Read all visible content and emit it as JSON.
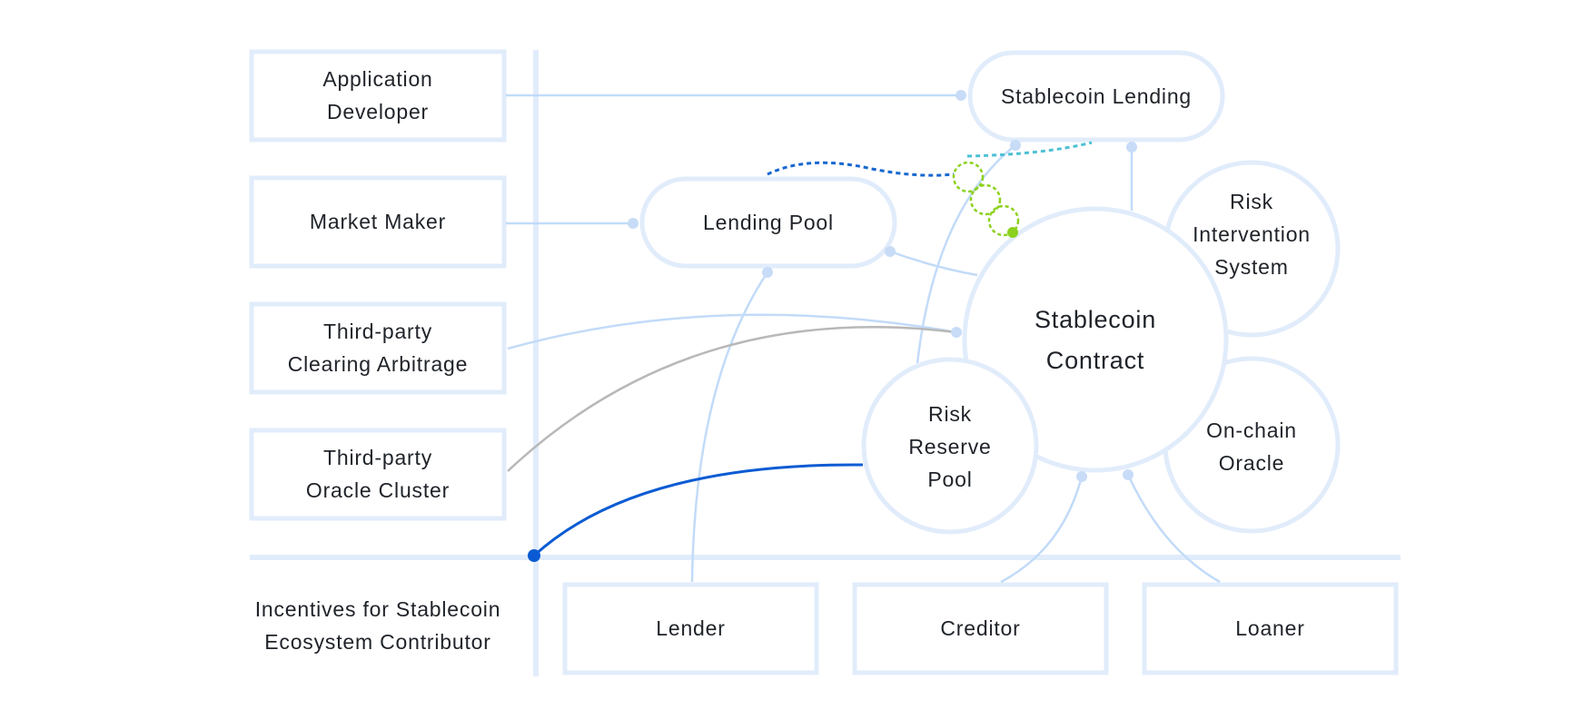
{
  "left_boxes": [
    {
      "id": "app_dev",
      "label": "Application\nDeveloper"
    },
    {
      "id": "market_maker",
      "label": "Market Maker"
    },
    {
      "id": "clearing",
      "label": "Third-party\nClearing Arbitrage"
    },
    {
      "id": "oracle_cluster",
      "label": "Third-party\nOracle Cluster"
    }
  ],
  "bottom_boxes": [
    {
      "id": "lender",
      "label": "Lender"
    },
    {
      "id": "creditor",
      "label": "Creditor"
    },
    {
      "id": "loaner",
      "label": "Loaner"
    }
  ],
  "incentives_label": "Incentives for Stablecoin\nEcosystem Contributor",
  "pills": [
    {
      "id": "stablecoin_lending",
      "label": "Stablecoin Lending"
    },
    {
      "id": "lending_pool",
      "label": "Lending Pool"
    }
  ],
  "circles": [
    {
      "id": "stablecoin_contract",
      "label": "Stablecoin\nContract"
    },
    {
      "id": "risk_intervention",
      "label": "Risk\nIntervention\nSystem"
    },
    {
      "id": "onchain_oracle",
      "label": "On-chain\nOracle"
    },
    {
      "id": "risk_reserve",
      "label": "Risk\nReserve\nPool"
    }
  ],
  "colors": {
    "outline": "#e1ecfb",
    "connector": "#c2dbf8",
    "dot": "#c8dcf7",
    "gray_line": "#b8b8b8",
    "blue_line": "#0a5bd3",
    "dotted_blue": "#1667cf",
    "dotted_cyan": "#4cc0d6",
    "green": "#8cd11d",
    "text": "#1f2329"
  }
}
